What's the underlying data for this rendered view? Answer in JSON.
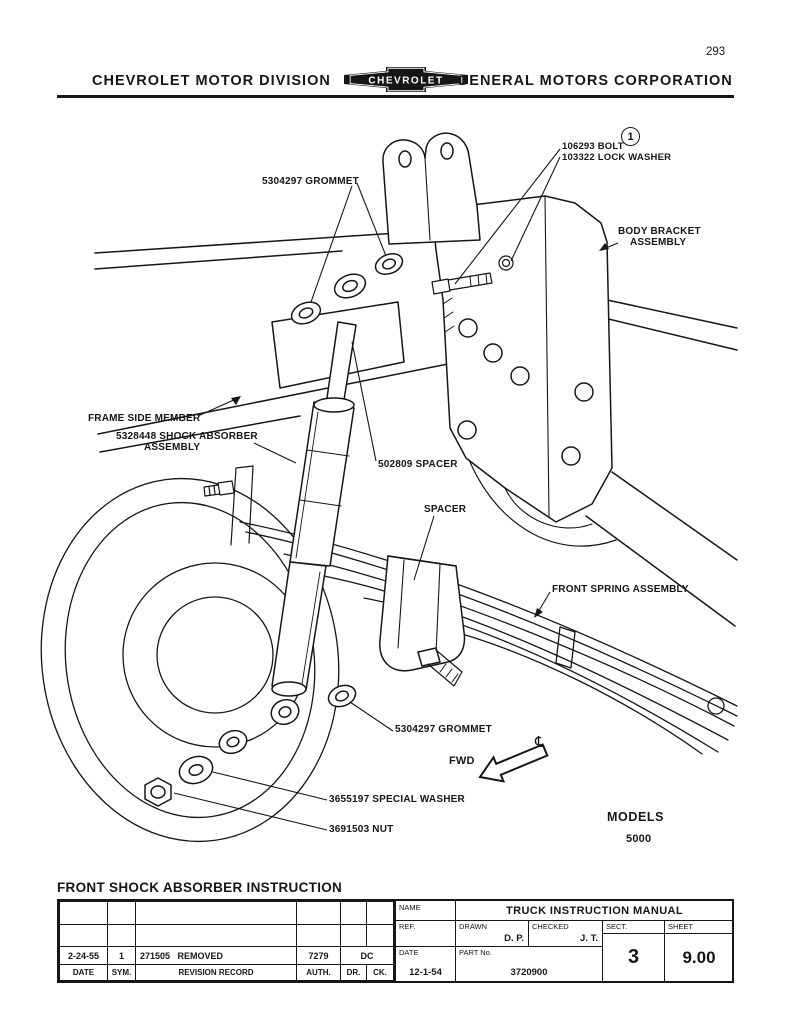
{
  "colors": {
    "ink": "#161616",
    "paper": "#ffffff"
  },
  "page": {
    "number": "293",
    "header": {
      "left": "CHEVROLET MOTOR DIVISION",
      "logo_text": "CHEVROLET",
      "right": "GENERAL MOTORS CORPORATION"
    },
    "footer_title": "FRONT SHOCK ABSORBER INSTRUCTION"
  },
  "diagram": {
    "callout_number": "1",
    "labels": {
      "grommet_top": "5304297 GROMMET",
      "bolt": "106293 BOLT",
      "lock_washer": "103322 LOCK WASHER",
      "body_bracket_line1": "BODY BRACKET",
      "body_bracket_line2": "ASSEMBLY",
      "frame_side_member": "FRAME SIDE MEMBER",
      "shock_line1": "5328448 SHOCK ABSORBER",
      "shock_line2": "ASSEMBLY",
      "spacer_upper": "502809 SPACER",
      "spacer_lower": "SPACER",
      "front_spring": "FRONT SPRING ASSEMBLY",
      "grommet_bottom": "5304297 GROMMET",
      "special_washer": "3655197 SPECIAL WASHER",
      "nut": "3691503 NUT",
      "fwd": "FWD",
      "centerline_symbol": "℄",
      "models_line1": "MODELS",
      "models_line2": "5000"
    }
  },
  "title_block": {
    "left": {
      "rev": {
        "date": "2-24-55",
        "sym": "1",
        "record": "271505   REMOVED",
        "auth": "7279",
        "dc": "DC"
      },
      "labels": {
        "date": "DATE",
        "sym": "SYM.",
        "record": "REVISION RECORD",
        "auth": "AUTH.",
        "dr": "DR.",
        "ck": "CK."
      }
    },
    "right": {
      "name_label": "NAME",
      "name_value": "TRUCK INSTRUCTION MANUAL",
      "ref_label": "REF.",
      "drawn_label": "DRAWN",
      "drawn_value": "D. P.",
      "checked_label": "CHECKED",
      "checked_value": "J. T.",
      "sect_label": "SECT.",
      "sect_value": "3",
      "sheet_label": "SHEET",
      "sheet_value": "9.00",
      "date_label": "DATE",
      "date_value": "12-1-54",
      "part_label": "PART No.",
      "part_value": "3720900"
    }
  }
}
